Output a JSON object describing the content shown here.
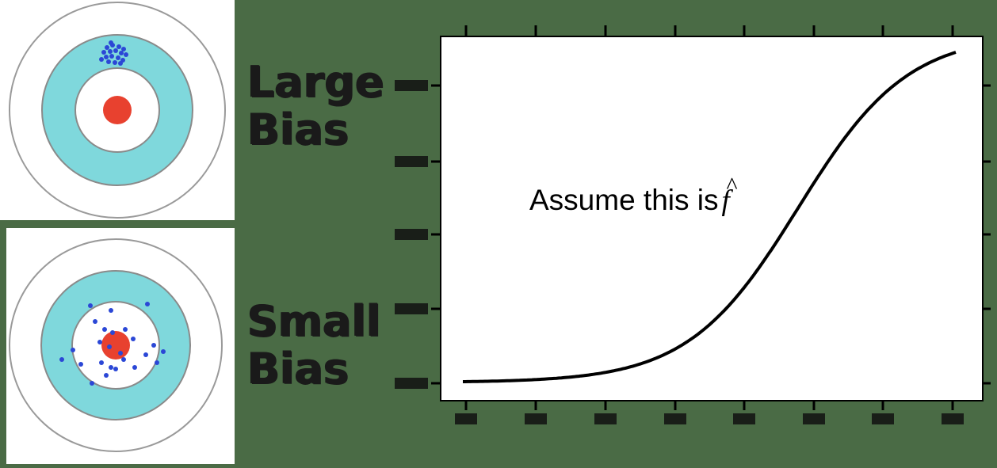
{
  "targets": {
    "large_bias": {
      "label_lines": [
        "Large",
        "Bias"
      ]
    },
    "small_bias": {
      "label_lines": [
        "Small",
        "Bias"
      ]
    }
  },
  "plot": {
    "annotation_text": "Assume this is",
    "annotation_symbol": "f",
    "annotation_hat": "^",
    "curve_shape": "sigmoid"
  },
  "colors": {
    "background": "#4a6b45",
    "ring_fill": "#7fd8dc",
    "bullseye": "#e8412f",
    "shot": "#2b47d6",
    "curve": "#000000"
  }
}
